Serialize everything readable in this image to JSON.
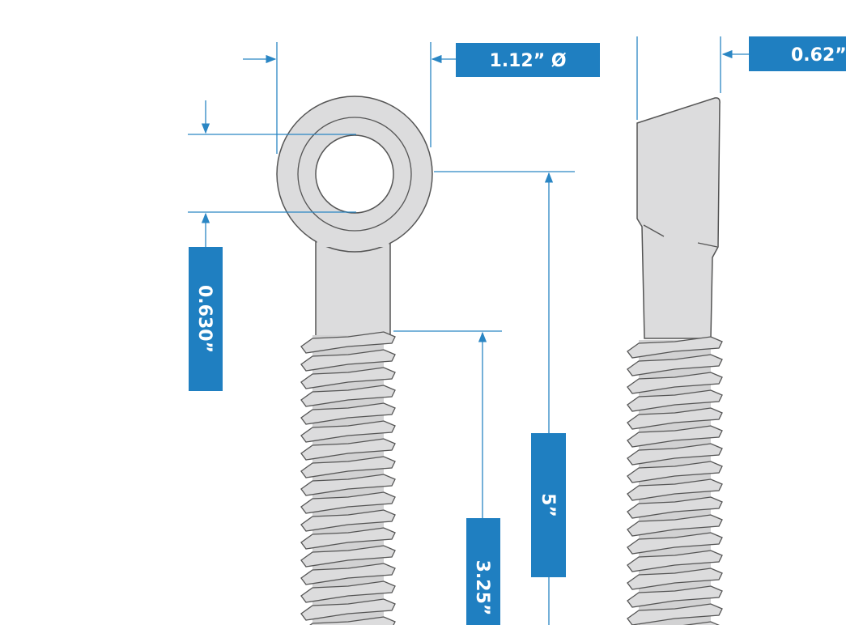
{
  "colors": {
    "accent": "#1f7fc1",
    "part_fill": "#dcdcdd",
    "outline": "#555555"
  },
  "dimensions": {
    "eye_diameter": "1.12” Ø",
    "eye_thickness": "0.62”",
    "hole_size": "0.630”",
    "overall_length": "5”",
    "thread_length": "3.25”"
  }
}
